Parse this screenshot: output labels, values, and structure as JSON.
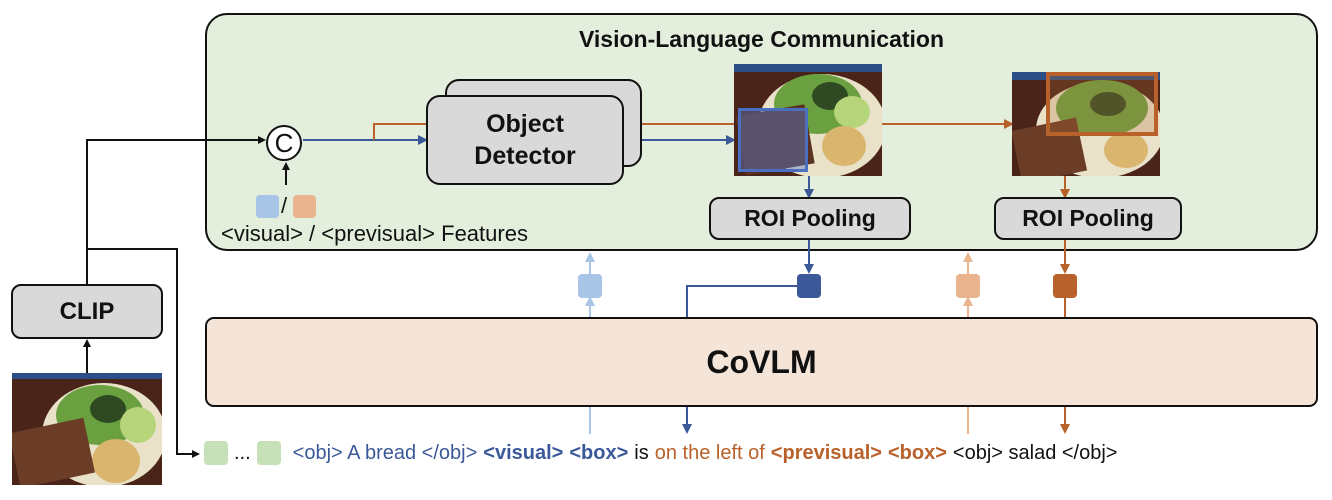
{
  "colors": {
    "visual_dark": "#3b5998",
    "visual_light": "#a8c4e6",
    "previsual_dark": "#b8612a",
    "previsual_light": "#eab48e",
    "panel_green": "#e3efdc",
    "panel_peach": "#f5e4d8",
    "box_gray": "#d9d9d9",
    "token_green": "#c6e0b8"
  },
  "panel": {
    "title": "Vision-Language Communication"
  },
  "concat": {
    "symbol": "C",
    "slash": "/",
    "features_label": "<visual> / <previsual> Features"
  },
  "object_detector": {
    "label_line1": "Object",
    "label_line2": "Detector"
  },
  "roi_pooling": [
    {
      "label": "ROI Pooling"
    },
    {
      "label": "ROI Pooling"
    }
  ],
  "clip": {
    "label": "CLIP"
  },
  "covlm": {
    "label": "CoVLM"
  },
  "sequence": {
    "ellipsis": "...",
    "segments": [
      {
        "text": "<obj> A bread </obj>",
        "style": "visual"
      },
      {
        "text": "<visual>",
        "style": "visual-bold"
      },
      {
        "text": "<box>",
        "style": "visual-bold"
      },
      {
        "text": "is",
        "style": "plain"
      },
      {
        "text": "on the left of",
        "style": "previsual"
      },
      {
        "text": "<previsual>",
        "style": "previsual-bold"
      },
      {
        "text": "<box>",
        "style": "previsual-bold"
      },
      {
        "text": "<obj> salad </obj>",
        "style": "plain"
      }
    ]
  },
  "images": {
    "input_image": "food-plate-photo",
    "detected_bread": "food-plate-photo-bread-box",
    "detected_salad": "food-plate-photo-salad-box"
  }
}
